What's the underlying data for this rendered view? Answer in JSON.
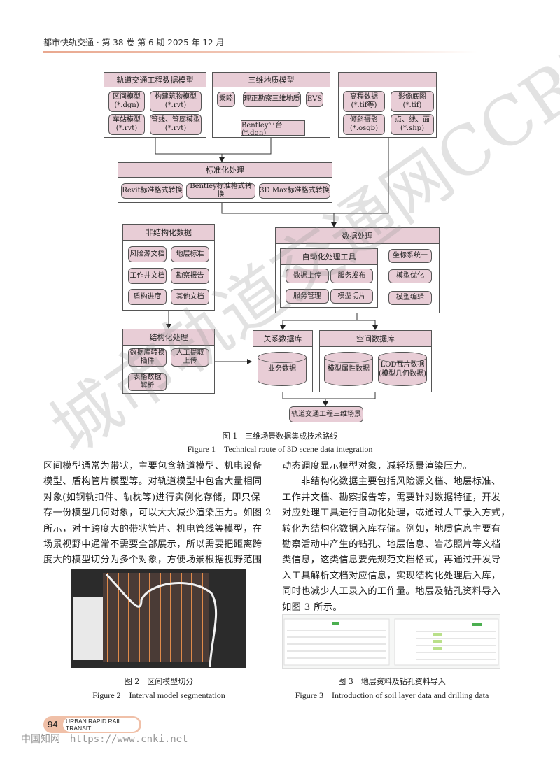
{
  "header": {
    "journal": "都市快轨交通 · 第 38 卷 第 6 期 2025 年 12 月"
  },
  "diagram": {
    "rail_model": {
      "title": "轨道交通工程数据模型",
      "items": [
        "区间模型\n(*.dgn)",
        "构建筑物模型\n(*.rvt)",
        "车站模型\n(*.rvt)",
        "管线、管廊模型\n(*.rvt)"
      ]
    },
    "geo_model": {
      "title": "三维地质模型",
      "items": [
        "乘睦",
        "理正勘察三维地质",
        "EVS"
      ],
      "platform": "Bentley平台 (*.dgn)"
    },
    "gis_data": {
      "title": "",
      "items": [
        "高程数据\n(*.tif等)",
        "影像底图\n(*.tif)",
        "倾斜摄影\n(*.osgb)",
        "点、线、面\n(*.shp)"
      ]
    },
    "standardize": {
      "title": "标准化处理",
      "items": [
        "Revit标准格式转换",
        "Bentley标准格式转换",
        "3D Max标准格式转换"
      ]
    },
    "unstructured": {
      "title": "非结构化数据",
      "items": [
        "风险源文档",
        "地层标准",
        "工作井文档",
        "勘察报告",
        "盾构进度",
        "其他文档"
      ]
    },
    "processing": {
      "title": "数据处理",
      "tools_title": "自动化处理工具",
      "tools": [
        "数据上传",
        "服务发布",
        "服务管理",
        "模型切片"
      ],
      "side": [
        "坐标系统一",
        "模型优化",
        "模型编辑"
      ]
    },
    "structuring": {
      "title": "结构化处理",
      "items": [
        "数据库转换\n插件",
        "人工提取\n上传",
        "表格数据\n解析"
      ]
    },
    "relational_db": {
      "title": "关系数据库",
      "items": [
        "业务数据"
      ]
    },
    "spatial_db": {
      "title": "空间数据库",
      "items": [
        "模型属性数据",
        "LOD瓦片数据\n(模型几何数据)"
      ]
    },
    "output": "轨道交通工程三维场景"
  },
  "figure1": {
    "caption_cn": "图 1　三维场景数据集成技术路线",
    "caption_en": "Figure 1　Technical route of 3D scene data integration"
  },
  "left_column": [
    "区间模型通常为带状，主要包含轨道模型、机电设备",
    "模型、盾构管片模型等。对轨道模型中包含大量相同",
    "对象(如钢轨扣件、轨枕等)进行实例化存储，即只保",
    "存一份模型几何对象，可以大大减少渲染压力。如图 2",
    "所示，对于跨度大的带状管片、机电管线等模型，在",
    "场景视野中通常不需要全部展示，所以需要把距离跨",
    "度大的模型切分为多个对象，方便场景根据视野范围"
  ],
  "right_column": [
    "动态调度显示模型对象，减轻场景渲染压力。",
    "　　非结构化数据主要包括风险源文档、地层标准、",
    "工作井文档、勘察报告等，需要针对数据特征，开发",
    "对应处理工具进行自动化处理，或通过人工录入方式，",
    "转化为结构化数据入库存储。例如，地质信息主要有",
    "勘察活动中产生的钻孔、地层信息、岩芯照片等文档",
    "类信息，这类信息要先规范文档格式，再通过开发导",
    "入工具解析文档对应信息，实现结构化处理后入库，",
    "同时也减少人工录入的工作量。地层及钻孔资料导入",
    "如图 3 所示。"
  ],
  "figure2": {
    "caption_cn": "图 2　区间模型切分",
    "caption_en": "Figure 2　Interval model segmentation"
  },
  "figure3": {
    "caption_cn": "图 3　地层资料及钻孔资料导入",
    "caption_en": "Figure 3　Introduction of soil layer data and drilling data"
  },
  "footer": {
    "page": "94",
    "journal_en": "URBAN RAPID RAIL TRANSIT",
    "source": "中国知网　https://www.cnki.net"
  },
  "watermark": "城市轨道交通网CCRM",
  "colors": {
    "box_fill": "#e8cdd6",
    "accent": "#f0c0a8"
  }
}
